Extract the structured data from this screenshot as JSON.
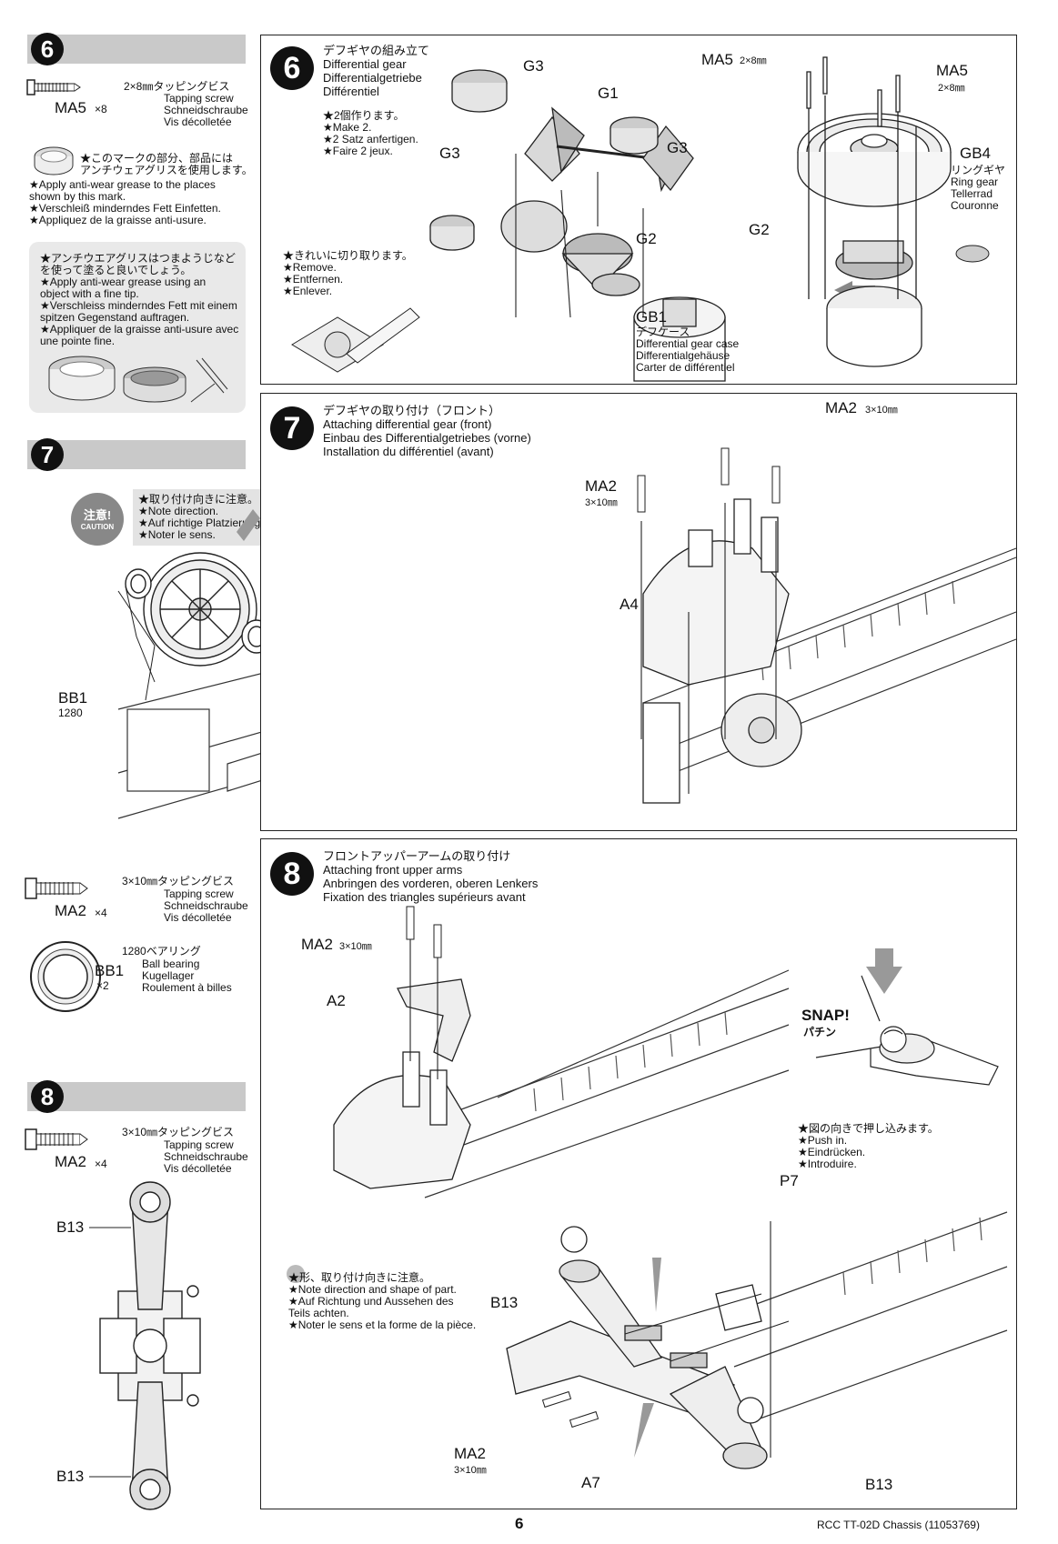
{
  "sidebar": {
    "step6": {
      "number": "6",
      "screw_size_jp": "2×8㎜タッピングビス",
      "screw_en": "Tapping screw",
      "screw_de": "Schneidschraube",
      "screw_fr": "Vis décolletée",
      "screw_code": "MA5",
      "screw_qty": "×8",
      "grease_mark_jp1": "★このマークの部分、部品には",
      "grease_mark_jp2": "アンチウェアグリスを使用します。",
      "grease_en1": "★Apply anti-wear grease to the places",
      "grease_en2": "shown by this mark.",
      "grease_de": "★Verschleiß minderndes Fett Einfetten.",
      "grease_fr": "★Appliquez de la graisse anti-usure.",
      "tip_jp1": "★アンチウエアグリスはつまようじなど",
      "tip_jp2": "を使って塗ると良いでしょう。",
      "tip_en1": "★Apply anti-wear grease using an",
      "tip_en2": "object with a fine tip.",
      "tip_de1": "★Verschleiss minderndes Fett mit einem",
      "tip_de2": "spitzen Gegenstand auftragen.",
      "tip_fr1": "★Appliquer de la graisse anti-usure avec",
      "tip_fr2": "une pointe fine."
    },
    "step7": {
      "number": "7",
      "caution_jp": "注意!",
      "caution_en": "CAUTION",
      "note_jp": "★取り付け向きに注意。",
      "note_en": "★Note direction.",
      "note_de": "★Auf richtige Platzierung achten.",
      "note_fr": "★Noter le sens.",
      "bb1": "BB1",
      "bb1_code": "1280",
      "screw_size_jp": "3×10㎜タッピングビス",
      "screw_en": "Tapping screw",
      "screw_de": "Schneidschraube",
      "screw_fr": "Vis décolletée",
      "screw_code": "MA2",
      "screw_qty": "×4",
      "bearing_jp": "1280ベアリング",
      "bearing_en": "Ball bearing",
      "bearing_de": "Kugellager",
      "bearing_fr": "Roulement à billes",
      "bearing_code": "BB1",
      "bearing_qty": "×2"
    },
    "step8": {
      "number": "8",
      "screw_size_jp": "3×10㎜タッピングビス",
      "screw_en": "Tapping screw",
      "screw_de": "Schneidschraube",
      "screw_fr": "Vis décolletée",
      "screw_code": "MA2",
      "screw_qty": "×4",
      "b13_top": "B13",
      "b13_bottom": "B13"
    }
  },
  "panel6": {
    "number": "6",
    "title_jp": "デフギヤの組み立て",
    "title_en": "Differential gear",
    "title_de": "Differentialgetriebe",
    "title_fr": "Différentiel",
    "make_jp": "★2個作ります。",
    "make_en": "★Make 2.",
    "make_de": "★2 Satz anfertigen.",
    "make_fr": "★Faire 2 jeux.",
    "cut_jp": "★きれいに切り取ります。",
    "cut_en": "★Remove.",
    "cut_de": "★Entfernen.",
    "cut_fr": "★Enlever.",
    "g3_a": "G3",
    "g1": "G1",
    "g3_b": "G3",
    "g3_c": "G3",
    "g2_a": "G2",
    "gb1": "GB1",
    "case_jp": "デフケース",
    "case_en": "Differential gear case",
    "case_de": "Differentialgehäuse",
    "case_fr": "Carter de différentiel",
    "ma5_left": "MA5",
    "ma5_left_dim": "2×8㎜",
    "ma5_right": "MA5",
    "ma5_right_dim": "2×8㎜",
    "gb4": "GB4",
    "ring_jp": "リングギヤ",
    "ring_en": "Ring gear",
    "ring_de": "Tellerrad",
    "ring_fr": "Couronne",
    "g2_b": "G2"
  },
  "panel7": {
    "number": "7",
    "title_jp": "デフギヤの取り付け（フロント）",
    "title_en": "Attaching differential gear (front)",
    "title_de": "Einbau des Differentialgetriebes (vorne)",
    "title_fr": "Installation du différentiel (avant)",
    "ma2_top": "MA2",
    "ma2_top_dim": "3×10㎜",
    "ma2_left": "MA2",
    "ma2_left_dim": "3×10㎜",
    "a4": "A4"
  },
  "panel8": {
    "number": "8",
    "title_jp": "フロントアッパーアームの取り付け",
    "title_en": "Attaching front upper arms",
    "title_de": "Anbringen des vorderen, oberen Lenkers",
    "title_fr": "Fixation des triangles supérieurs avant",
    "ma2_top": "MA2",
    "ma2_top_dim": "3×10㎜",
    "a2": "A2",
    "snap_en": "SNAP!",
    "snap_jp": "パチン",
    "push_jp": "★図の向きで押し込みます。",
    "push_en": "★Push in.",
    "push_de": "★Eindrücken.",
    "push_fr": "★Introduire.",
    "p7": "P7",
    "shape_jp": "★形、取り付け向きに注意。",
    "shape_en": "★Note direction and shape of part.",
    "shape_de1": "★Auf Richtung und Aussehen des",
    "shape_de2": "Teils achten.",
    "shape_fr": "★Noter le sens et la forme de la pièce.",
    "b13_left": "B13",
    "b13_right": "B13",
    "ma2_bottom": "MA2",
    "ma2_bottom_dim": "3×10㎜",
    "a7": "A7"
  },
  "footer": {
    "page_number": "6",
    "product": "RCC TT-02D Chassis (11053769)"
  }
}
